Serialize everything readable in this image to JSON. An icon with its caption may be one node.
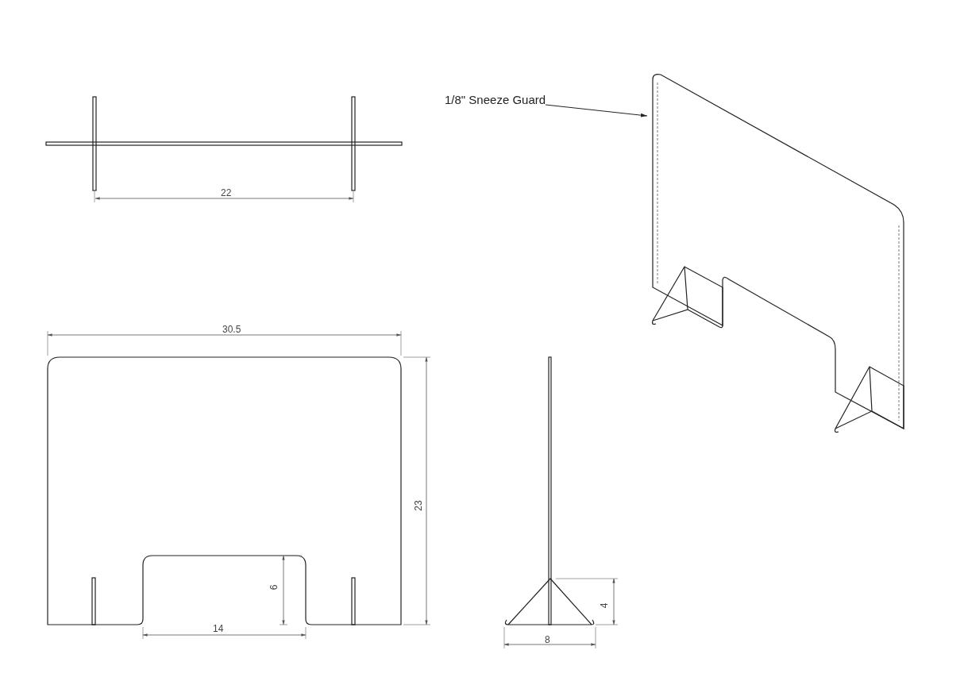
{
  "diagram": {
    "nodes": [
      {
        "text": [
          "1/8\" Sneeze Guard"
        ]
      },
      {
        "text": [],
        "shape": "picture"
      }
    ],
    "edges": [
      {
        "from": 0,
        "to": 1,
        "arrow": "to"
      }
    ],
    "labels": [
      "22",
      "30.5",
      "23",
      "6",
      "14",
      "4",
      "8"
    ]
  }
}
